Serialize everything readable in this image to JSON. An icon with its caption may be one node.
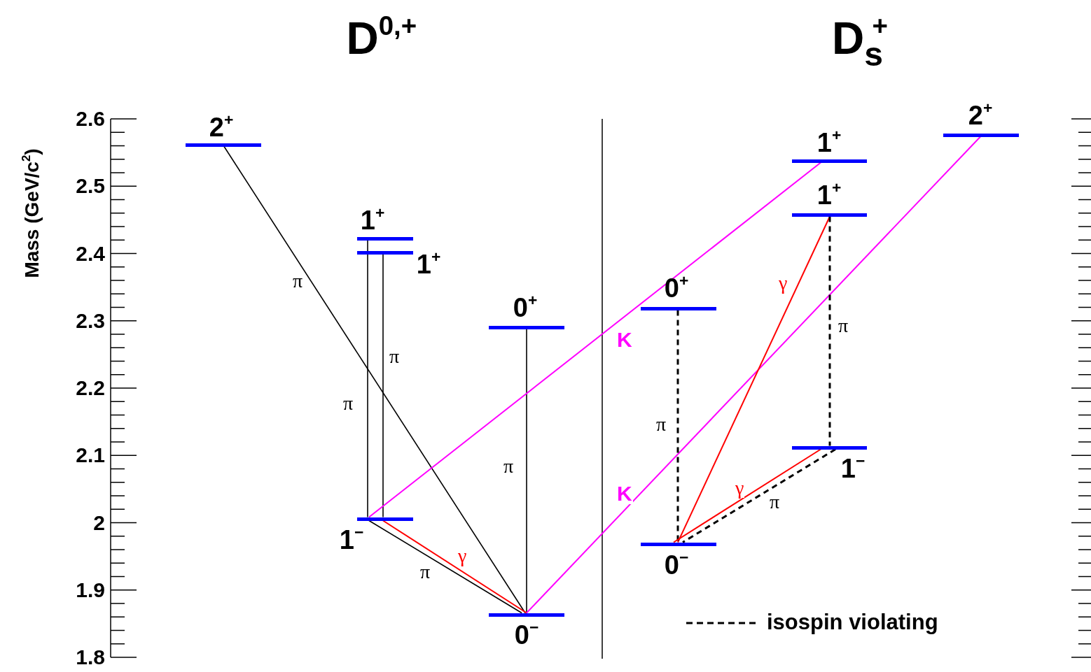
{
  "diagram": {
    "nodes": [
      {
        "text": [
          "2$^{+}$"
        ]
      },
      {
        "text": [
          "1$^{+}$"
        ]
      },
      {
        "text": [
          "1$^{+}$"
        ]
      },
      {
        "text": [
          "0$^{+}$"
        ]
      },
      {
        "text": [
          "1$^{−}$"
        ]
      },
      {
        "text": [
          "0$^{−}$"
        ]
      },
      {
        "text": [
          "2$^{+}$"
        ]
      },
      {
        "text": [
          "1$^{+}$"
        ]
      },
      {
        "text": [
          "1$^{+}$"
        ]
      },
      {
        "text": [
          "0$^{+}$"
        ]
      },
      {
        "text": [
          "1$^{−}$"
        ]
      },
      {
        "text": [
          "0$^{−}$"
        ]
      }
    ],
    "edges": [
      {
        "from": 0,
        "to": 5,
        "arrow": "none",
        "label": "π"
      },
      {
        "from": 1,
        "to": 4,
        "arrow": "none",
        "label": "π"
      },
      {
        "from": 2,
        "to": 4,
        "arrow": "none",
        "label": "π"
      },
      {
        "from": 3,
        "to": 5,
        "arrow": "none",
        "label": "π"
      },
      {
        "from": 4,
        "to": 5,
        "arrow": "none",
        "label": "π"
      },
      {
        "from": 4,
        "to": 5,
        "arrow": "none",
        "label": "γ",
        "color": "#ff0000"
      },
      {
        "from": 7,
        "to": 4,
        "arrow": "none",
        "label": "K",
        "color": "#ff00ff"
      },
      {
        "from": 6,
        "to": 5,
        "arrow": "none",
        "label": "K",
        "color": "#ff00ff"
      },
      {
        "from": 8,
        "to": 11,
        "arrow": "none",
        "label": "γ",
        "color": "#ff0000"
      },
      {
        "from": 8,
        "to": 10,
        "arrow": "none",
        "label": "π",
        "style": "dashed"
      },
      {
        "from": 9,
        "to": 11,
        "arrow": "none",
        "label": "π",
        "style": "dashed"
      },
      {
        "from": 10,
        "to": 11,
        "arrow": "none",
        "label": "γ",
        "color": "#ff0000"
      },
      {
        "from": 10,
        "to": 11,
        "arrow": "none",
        "label": "π",
        "style": "dashed"
      }
    ],
    "labels": [
      "D$^{0,+}$",
      "D$_{s}$$^{+}$",
      "Mass (GeV/c$^{2}$)",
      "2.6",
      "2.5",
      "2.4",
      "2.3",
      "2.2",
      "2.1",
      "2",
      "1.9",
      "1.8"
    ],
    "legend": [
      {
        "text": "isospin violating"
      }
    ]
  }
}
